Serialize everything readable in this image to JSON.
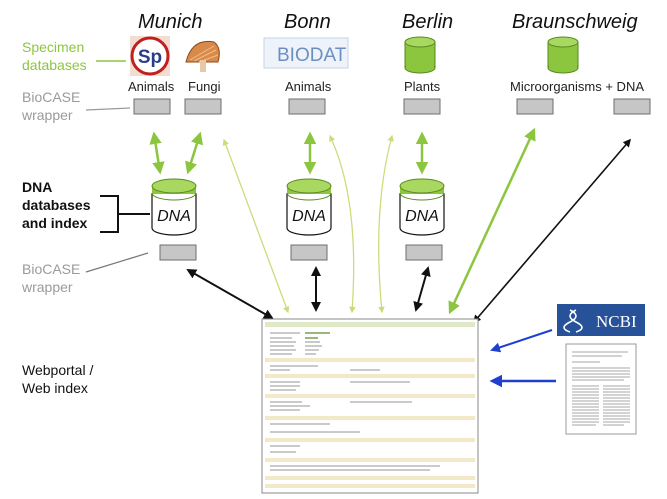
{
  "cities": {
    "munich": "Munich",
    "bonn": "Bonn",
    "berlin": "Berlin",
    "braunschweig": "Braunschweig"
  },
  "side_labels": {
    "specimen_1": "Specimen",
    "specimen_2": "databases",
    "biocase_top_1": "BioCASE",
    "biocase_top_2": "wrapper",
    "dna_1": "DNA",
    "dna_2": "databases",
    "dna_3": "and index",
    "biocase_bottom_1": "BioCASE",
    "biocase_bottom_2": "wrapper",
    "webportal_1": "Webportal /",
    "webportal_2": "Web index"
  },
  "sources": {
    "animals_munich": "Animals",
    "fungi": "Fungi",
    "animals_bonn": "Animals",
    "plants": "Plants",
    "microorganisms": "Microorganisms + DNA"
  },
  "logos": {
    "sp": "Sp",
    "biodat": "BIODAT",
    "ncbi": "NCBI"
  },
  "dna_label": "DNA",
  "colors": {
    "green": "#8cc63f",
    "light_green": "#c8de7a",
    "gray_box": "#c6c6c6",
    "blue": "#1f3fcf",
    "ncbi_blue": "#27529a"
  }
}
